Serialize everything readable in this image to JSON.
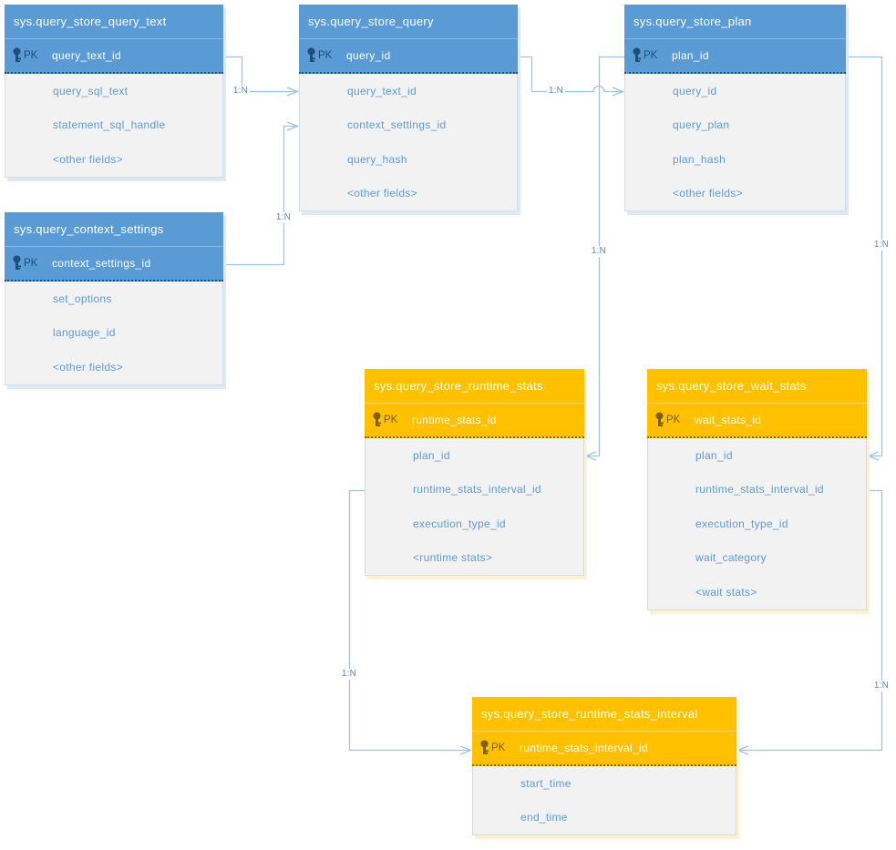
{
  "diagram": {
    "type": "entity-relationship",
    "subject": "SQL Server Query Store catalog views"
  },
  "colors": {
    "blue_header": "#5b9bd5",
    "blue_dark": "#1f4e79",
    "orange_header": "#ffc000",
    "orange_dark": "#7f6000",
    "body_background": "#f2f2f2",
    "field_text": "#5b9bd5",
    "connector_line": "#9dc3e6"
  },
  "tables": [
    {
      "title": "sys.query_store_query_text",
      "theme": "blue",
      "pk_label": "PK",
      "pk_field": "query_text_id",
      "fields": [
        "query_sql_text",
        "statement_sql_handle",
        "<other fields>"
      ]
    },
    {
      "title": "sys.query_store_query",
      "theme": "blue",
      "pk_label": "PK",
      "pk_field": "query_id",
      "fields": [
        "query_text_id",
        "context_settings_id",
        "query_hash",
        "<other fields>"
      ]
    },
    {
      "title": "sys.query_store_plan",
      "theme": "blue",
      "pk_label": "PK",
      "pk_field": "plan_id",
      "fields": [
        "query_id",
        "query_plan",
        "plan_hash",
        "<other fields>"
      ]
    },
    {
      "title": "sys.query_context_settings",
      "theme": "blue",
      "pk_label": "PK",
      "pk_field": "context_settings_id",
      "fields": [
        "set_options",
        "language_id",
        "<other fields>"
      ]
    },
    {
      "title": "sys.query_store_runtime_stats",
      "theme": "orange",
      "pk_label": "PK",
      "pk_field": "runtime_stats_id",
      "fields": [
        "plan_id",
        "runtime_stats_interval_id",
        "execution_type_id",
        "<runtime stats>"
      ]
    },
    {
      "title": "sys.query_store_wait_stats",
      "theme": "orange",
      "pk_label": "PK",
      "pk_field": "wait_stats_id",
      "fields": [
        "plan_id",
        "runtime_stats_interval_id",
        "execution_type_id",
        "wait_category",
        "<wait stats>"
      ]
    },
    {
      "title": "sys.query_store_runtime_stats_interval",
      "theme": "orange",
      "pk_label": "PK",
      "pk_field": "runtime_stats_interval_id",
      "fields": [
        "start_time",
        "end_time"
      ]
    }
  ],
  "connectors": [
    {
      "from": "sys.query_store_query_text.query_text_id",
      "to": "sys.query_store_query.query_text_id",
      "label": "1:N"
    },
    {
      "from": "sys.query_context_settings.context_settings_id",
      "to": "sys.query_store_query.context_settings_id",
      "label": "1:N"
    },
    {
      "from": "sys.query_store_query.query_id",
      "to": "sys.query_store_plan.query_id",
      "label": "1:N"
    },
    {
      "from": "sys.query_store_plan.plan_id",
      "to": "sys.query_store_runtime_stats.plan_id",
      "label": "1:N"
    },
    {
      "from": "sys.query_store_plan.plan_id",
      "to": "sys.query_store_wait_stats.plan_id",
      "label": "1:N"
    },
    {
      "from": "sys.query_store_runtime_stats.runtime_stats_interval_id",
      "to": "sys.query_store_runtime_stats_interval.runtime_stats_interval_id",
      "label": "1:N"
    },
    {
      "from": "sys.query_store_wait_stats.runtime_stats_interval_id",
      "to": "sys.query_store_runtime_stats_interval.runtime_stats_interval_id",
      "label": "1:N"
    }
  ]
}
